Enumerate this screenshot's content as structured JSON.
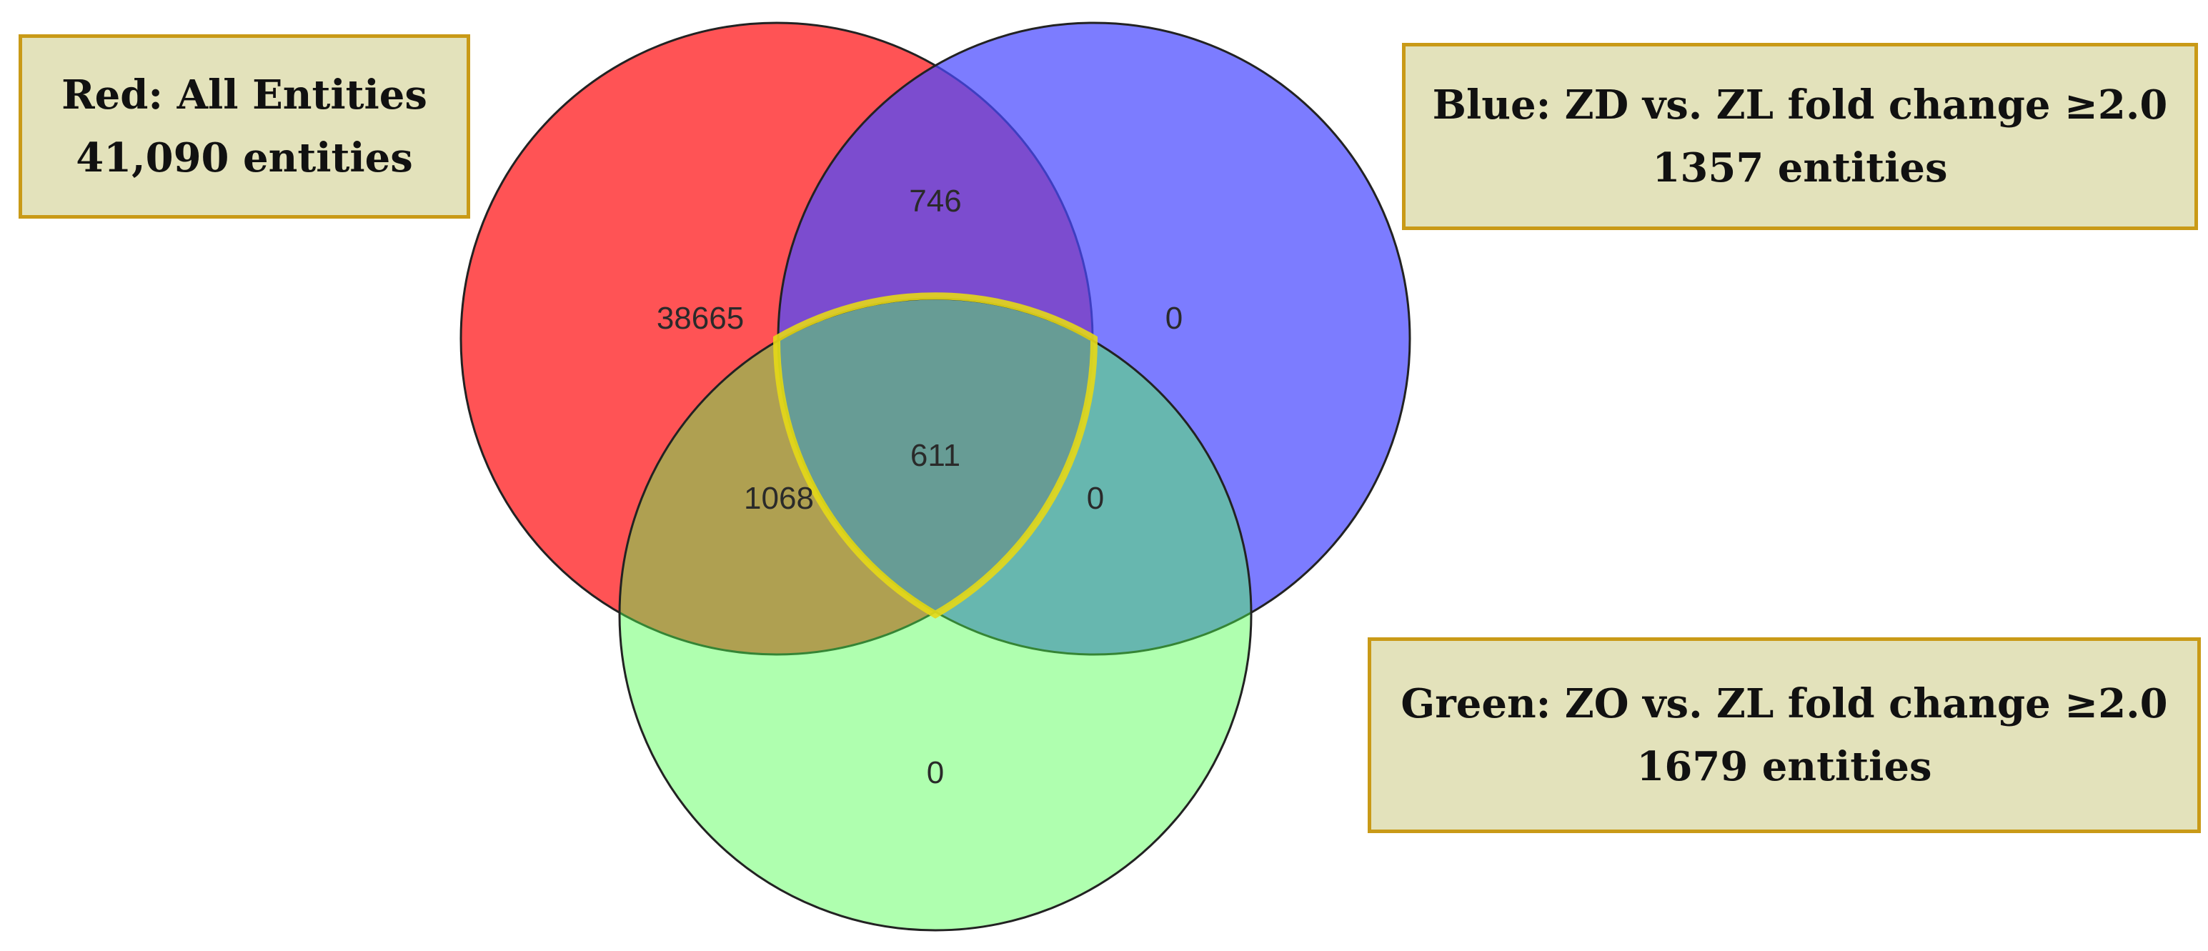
{
  "legends": {
    "red": {
      "line1": "Red: All Entities",
      "line2": "41,090 entities"
    },
    "blue": {
      "line1": "Blue: ZD vs. ZL fold change ≥2.0",
      "line2": "1357 entities"
    },
    "green": {
      "line1": "Green: ZO vs. ZL fold change ≥2.0",
      "line2": "1679 entities"
    }
  },
  "sets": {
    "red": {
      "color": "#ff4d4f"
    },
    "blue": {
      "color": "#4a4aff"
    },
    "green": {
      "color": "#4dff4d"
    }
  },
  "highlight_color": "#e6d817",
  "regions": {
    "red_only": "38665",
    "blue_only": "0",
    "green_only": "0",
    "red_blue": "746",
    "red_green": "1068",
    "blue_green": "0",
    "all_three": "611"
  }
}
